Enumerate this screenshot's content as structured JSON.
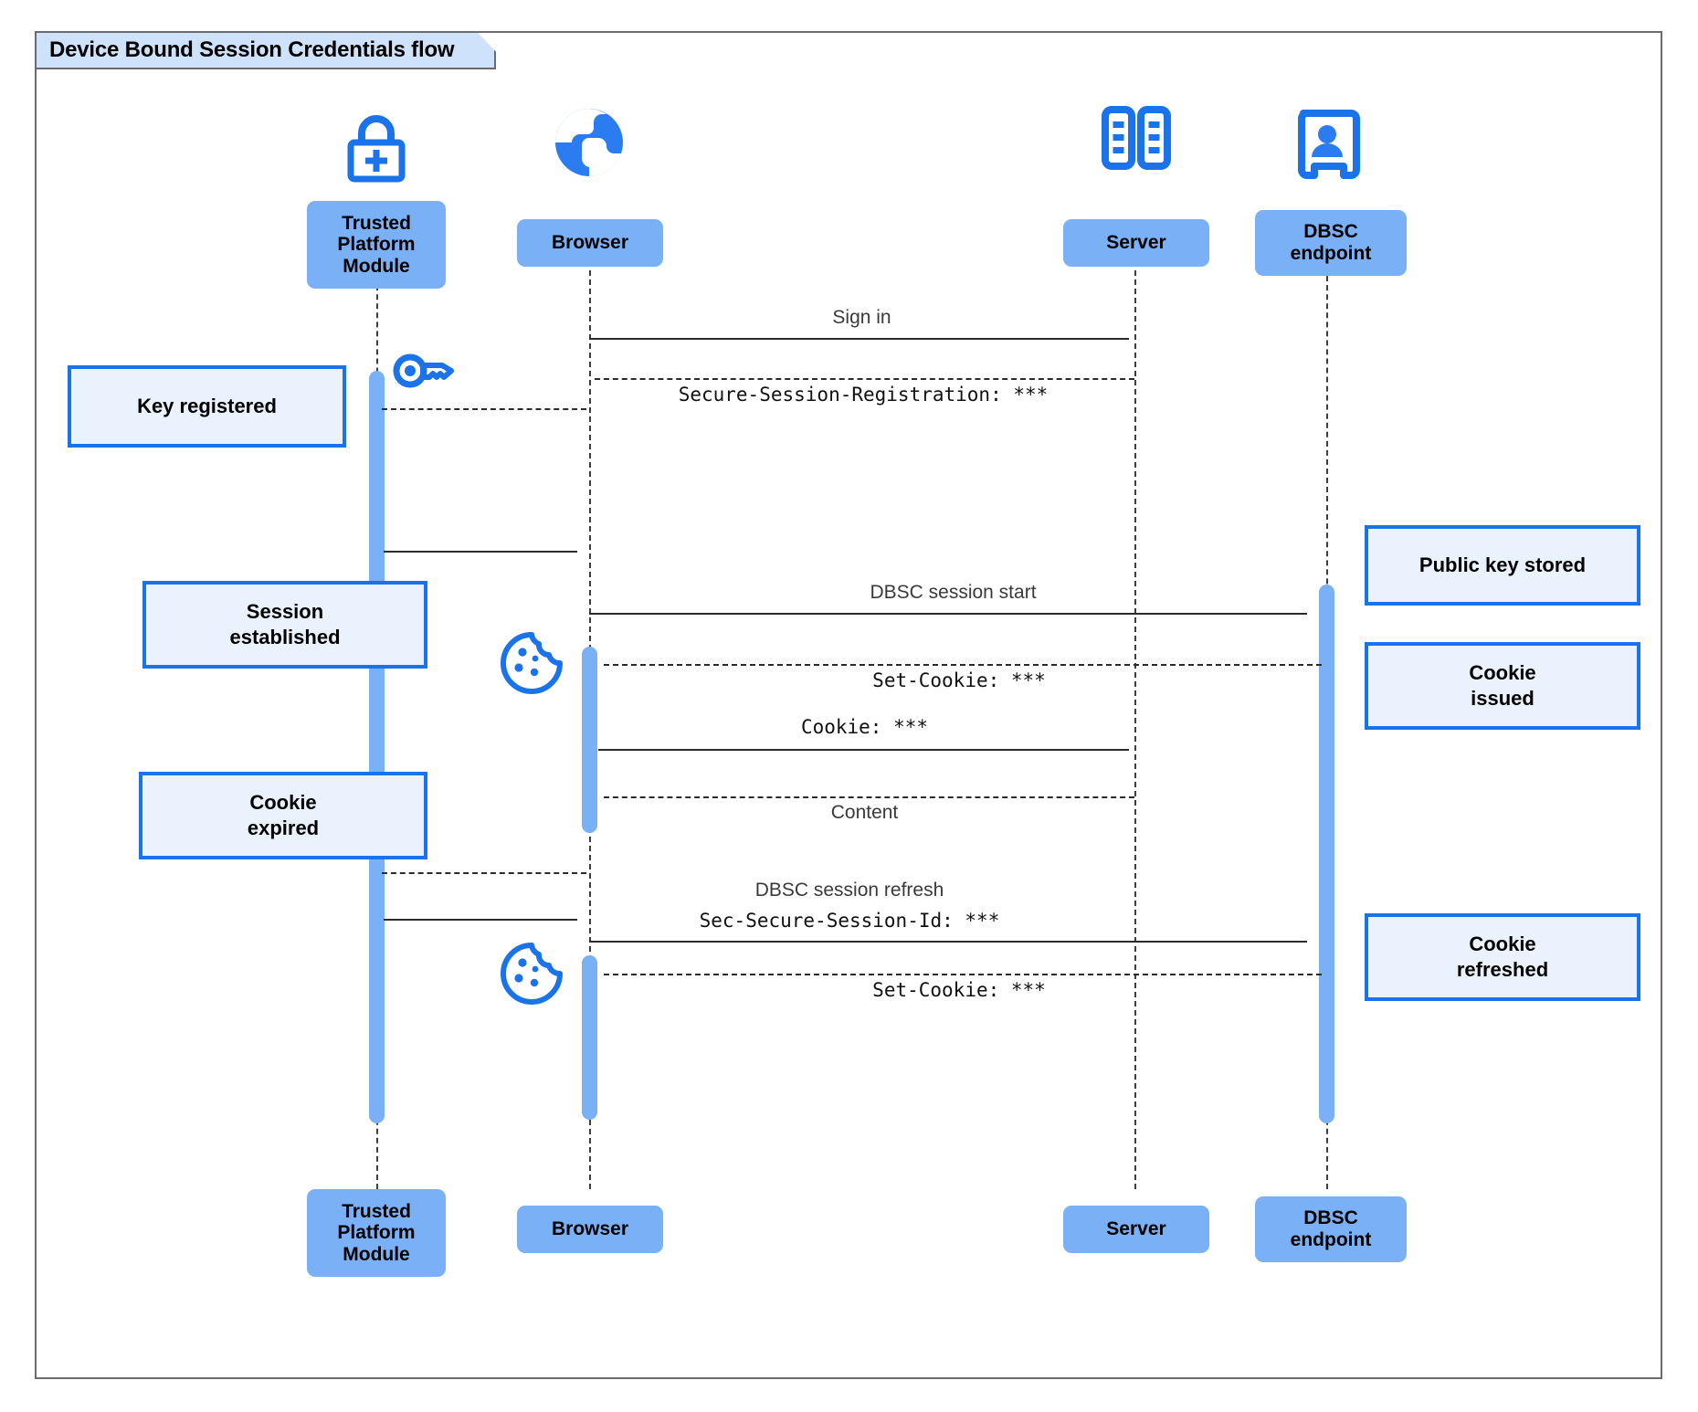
{
  "frame": {
    "title": "Device Bound Session Credentials flow"
  },
  "colors": {
    "participant_fill": "#7ab0f5",
    "icon_blue": "#1a73e8",
    "note_fill": "#eaf2fd",
    "note_border": "#1a73e8",
    "frame_border": "#6b6b6b",
    "title_fill": "#cfe2fb",
    "line": "#2b2b2b"
  },
  "participants": [
    {
      "id": "tpm",
      "label": "Trusted\nPlatform\nModule",
      "icon": "lock-plus-icon"
    },
    {
      "id": "browser",
      "label": "Browser",
      "icon": "globe-icon"
    },
    {
      "id": "server",
      "label": "Server",
      "icon": "server-rack-icon"
    },
    {
      "id": "dbsc",
      "label": "DBSC\nendpoint",
      "icon": "id-badge-icon"
    }
  ],
  "participants_bottom": [
    {
      "id": "tpm",
      "label": "Trusted\nPlatform\nModule"
    },
    {
      "id": "browser",
      "label": "Browser"
    },
    {
      "id": "server",
      "label": "Server"
    },
    {
      "id": "dbsc",
      "label": "DBSC\nendpoint"
    }
  ],
  "messages": [
    {
      "id": "m1",
      "label": "Sign in",
      "style": "plain",
      "from": "browser",
      "to": "server",
      "dir": "right",
      "line": "solid"
    },
    {
      "id": "m2",
      "label": "Secure-Session-Registration: ***",
      "style": "mono",
      "from": "server",
      "to": "browser",
      "dir": "left",
      "line": "dotted"
    },
    {
      "id": "m3",
      "label": "",
      "style": "plain",
      "from": "server",
      "to": "tpm",
      "dir": "left",
      "line": "dotted"
    },
    {
      "id": "m4",
      "label": "",
      "style": "plain",
      "from": "tpm",
      "to": "browser",
      "dir": "right",
      "line": "solid"
    },
    {
      "id": "m5",
      "label": "DBSC session start",
      "style": "plain",
      "from": "browser",
      "to": "dbsc",
      "dir": "right",
      "line": "solid"
    },
    {
      "id": "m6",
      "label": "Set-Cookie: ***",
      "style": "mono",
      "from": "dbsc",
      "to": "browser",
      "dir": "left",
      "line": "dotted"
    },
    {
      "id": "m7",
      "label": "Cookie: ***",
      "style": "mono",
      "from": "browser",
      "to": "server",
      "dir": "right",
      "line": "solid"
    },
    {
      "id": "m8",
      "label": "Content",
      "style": "plain",
      "from": "server",
      "to": "browser",
      "dir": "left",
      "line": "dotted"
    },
    {
      "id": "m9",
      "label": "DBSC session refresh",
      "style": "plain",
      "from": "browser",
      "to": "tpm",
      "dir": "left",
      "line": "dotted"
    },
    {
      "id": "m10",
      "label": "Sec-Secure-Session-Id: ***",
      "style": "mono",
      "from": "tpm",
      "to": "dbsc",
      "dir": "right",
      "line": "solid"
    },
    {
      "id": "m11",
      "label": "Set-Cookie: ***",
      "style": "mono",
      "from": "dbsc",
      "to": "browser",
      "dir": "left",
      "line": "dotted"
    }
  ],
  "notes": [
    {
      "id": "n1",
      "label": "Key registered",
      "side": "left"
    },
    {
      "id": "n2",
      "label": "Session\nestablished",
      "side": "left"
    },
    {
      "id": "n3",
      "label": "Cookie\nexpired",
      "side": "left"
    },
    {
      "id": "n4",
      "label": "Public key stored",
      "side": "right"
    },
    {
      "id": "n5",
      "label": "Cookie\nissued",
      "side": "right"
    },
    {
      "id": "n6",
      "label": "Cookie\nrefreshed",
      "side": "right"
    }
  ],
  "decorations": [
    {
      "id": "d1",
      "icon": "key-icon",
      "near": "tpm-activation-start"
    },
    {
      "id": "d2",
      "icon": "cookie-icon",
      "near": "browser-set-cookie-1"
    },
    {
      "id": "d3",
      "icon": "cookie-icon",
      "near": "browser-set-cookie-2"
    }
  ]
}
